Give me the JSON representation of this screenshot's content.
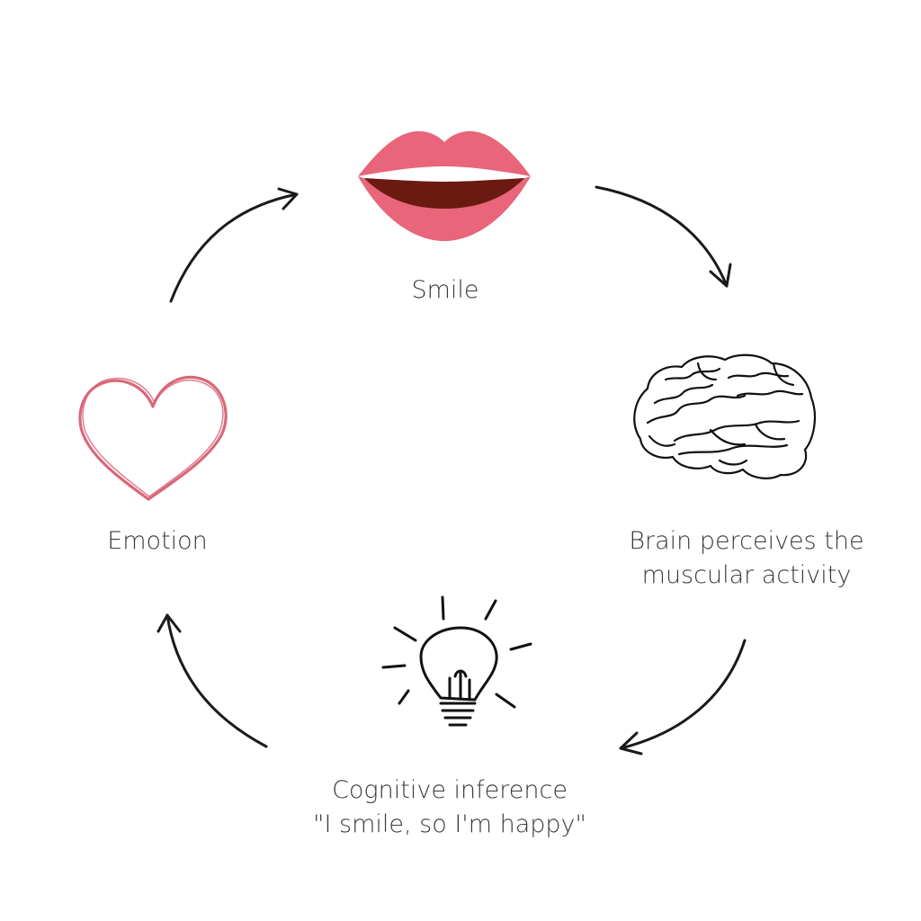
{
  "diagram": {
    "nodes": [
      {
        "id": "smile",
        "lines": [
          "Smile"
        ],
        "icon": "lips-icon"
      },
      {
        "id": "brain",
        "lines": [
          "Brain perceives the",
          "muscular activity"
        ],
        "icon": "brain-icon"
      },
      {
        "id": "cognitive",
        "lines": [
          "Cognitive inference",
          "\"I smile, so I'm happy\""
        ],
        "icon": "lightbulb-icon"
      },
      {
        "id": "emotion",
        "lines": [
          "Emotion"
        ],
        "icon": "heart-icon"
      }
    ],
    "edges": [
      {
        "from": "smile",
        "to": "brain"
      },
      {
        "from": "brain",
        "to": "cognitive"
      },
      {
        "from": "cognitive",
        "to": "emotion"
      },
      {
        "from": "emotion",
        "to": "smile"
      }
    ],
    "colors": {
      "lips": "#e8657a",
      "lips_dark": "#d9546a",
      "mouth": "#6b1a12",
      "teeth": "#ffffff",
      "heart": "#d9677a",
      "stroke": "#1a1a1a",
      "text": "#3a3a3a"
    }
  }
}
